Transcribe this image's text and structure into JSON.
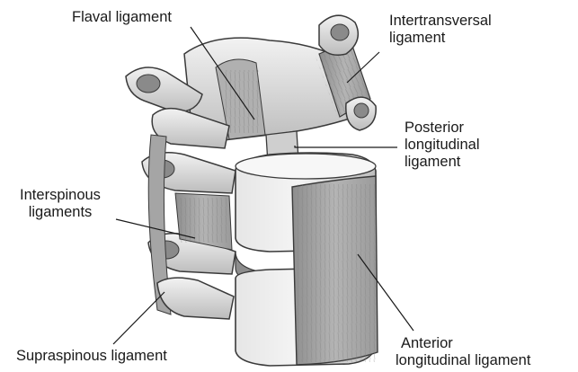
{
  "labels": {
    "flaval": "Flaval ligament",
    "intertransversal": [
      "Intertransversal",
      "ligament"
    ],
    "posterior": [
      "Posterior",
      "longitudinal",
      "ligament"
    ],
    "interspinous": [
      "Interspinous",
      "ligaments"
    ],
    "supraspinous": "Supraspinous ligament",
    "anterior": [
      "Anterior",
      "longitudinal ligament"
    ]
  },
  "colors": {
    "text": "#1a1a1a",
    "bone_light": "#eeeeee",
    "bone_mid": "#c9c9c9",
    "bone_dark": "#6e6e6e",
    "ligament": "#a8a8a8",
    "outline": "#3a3a3a"
  }
}
